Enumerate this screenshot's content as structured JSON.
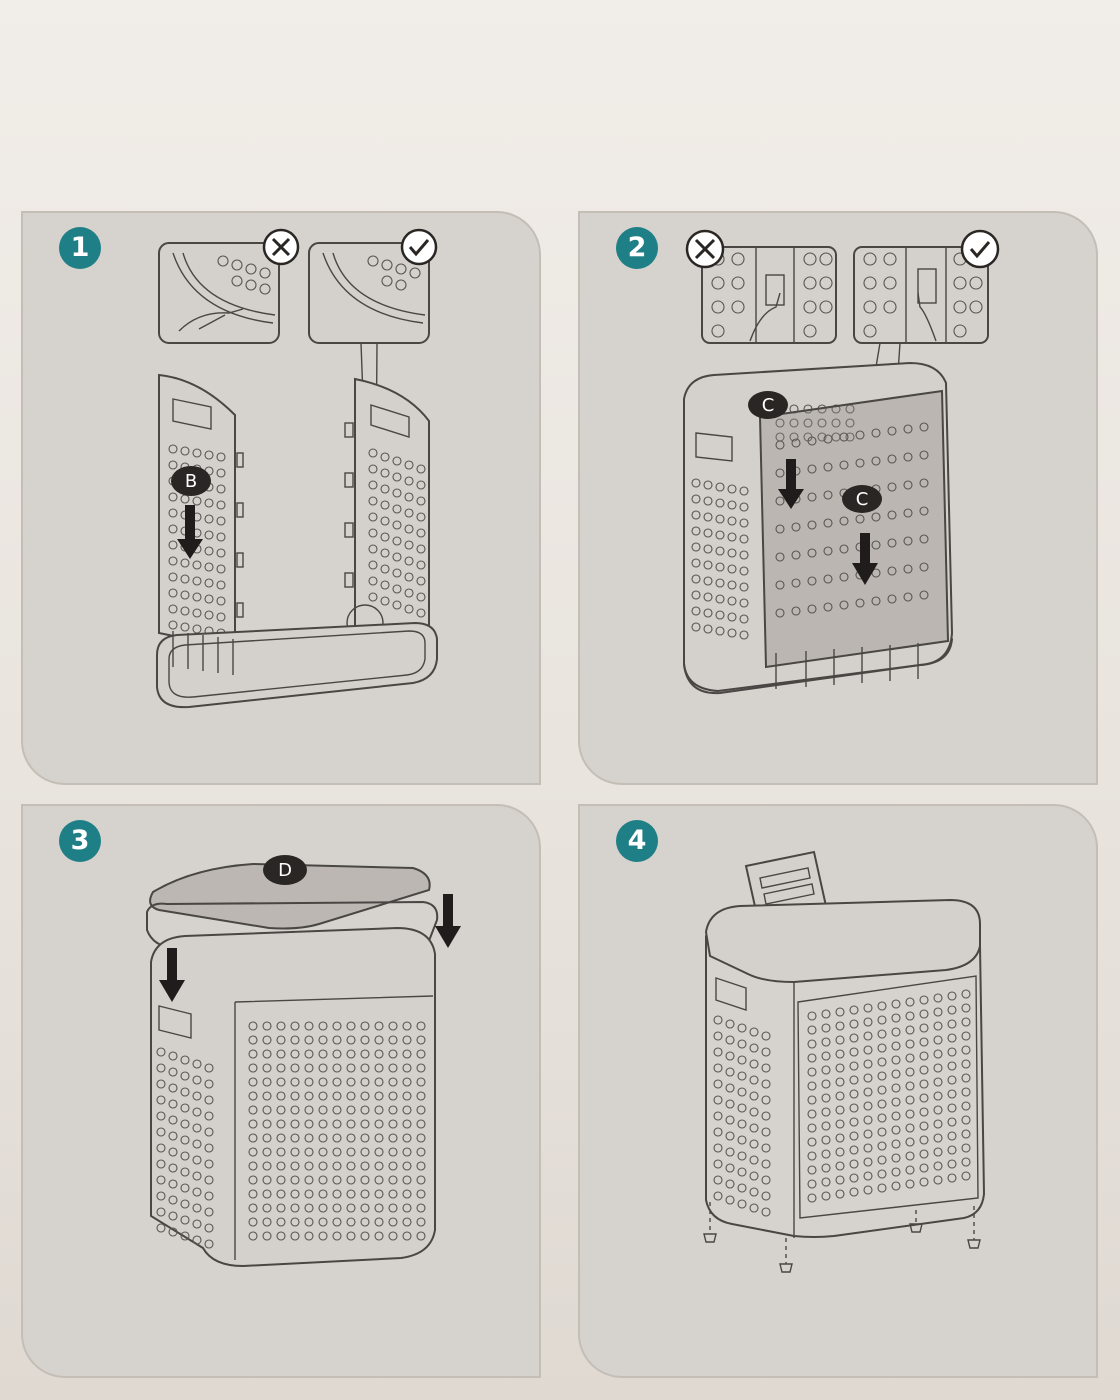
{
  "steps": [
    {
      "number": "1",
      "part_label": "B",
      "callout_wrong": "cross-mark-icon",
      "callout_right": "check-mark-icon"
    },
    {
      "number": "2",
      "part_label_1": "C",
      "part_label_2": "C",
      "callout_wrong": "cross-mark-icon",
      "callout_right": "check-mark-icon"
    },
    {
      "number": "3",
      "part_label": "D"
    },
    {
      "number": "4"
    }
  ],
  "colors": {
    "badge": "#1f7f86",
    "panel": "#d6d2cd",
    "line": "#4a4644",
    "arrow": "#1f1c1b",
    "label": "#2a2624"
  }
}
